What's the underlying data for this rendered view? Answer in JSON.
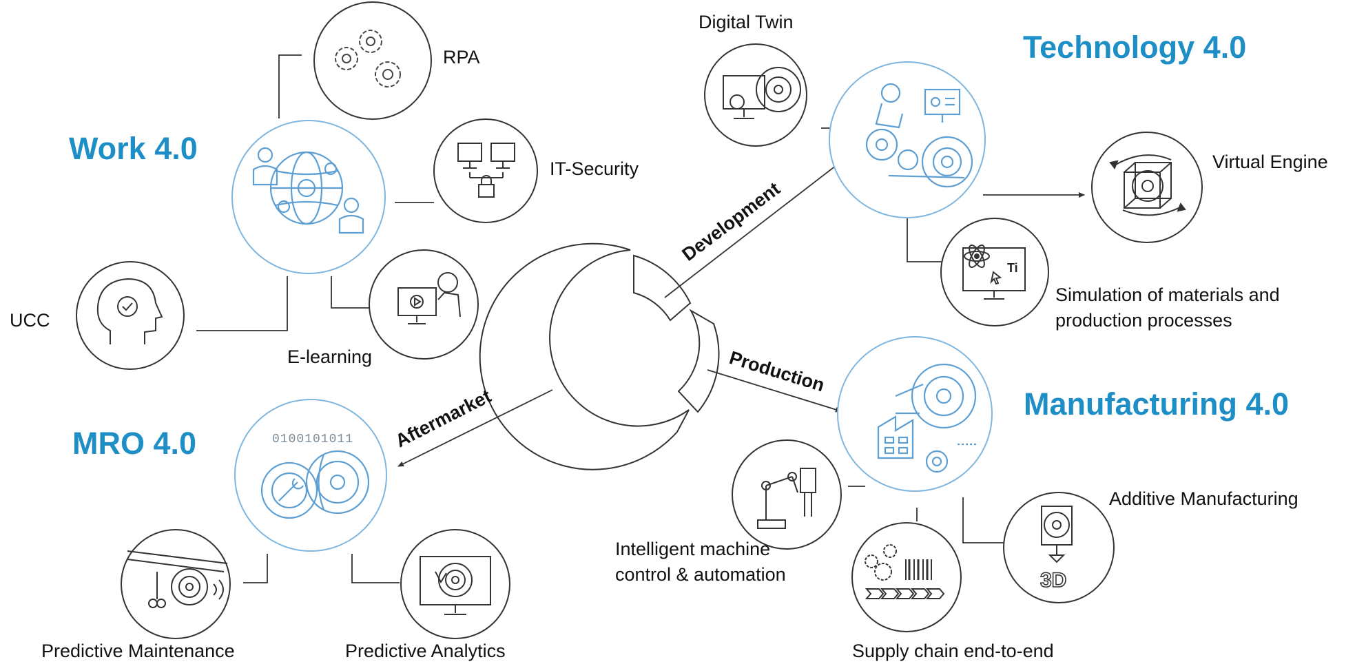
{
  "hubs": {
    "work": "Work 4.0",
    "technology": "Technology 4.0",
    "manufacturing": "Manufacturing 4.0",
    "mro": "MRO 4.0"
  },
  "phases": {
    "development": "Development",
    "production": "Production",
    "aftermarket": "Aftermarket"
  },
  "items": {
    "rpa": "RPA",
    "it_security": "IT-Security",
    "ucc": "UCC",
    "e_learning": "E-learning",
    "digital_twin": "Digital Twin",
    "virtual_engine": "Virtual Engine",
    "simulation": "Simulation of materials and production processes",
    "additive": "Additive Manufacturing",
    "intelligent_machine": "Intelligent machine control & automation",
    "supply_chain": "Supply chain end-to-end",
    "predictive_maintenance": "Predictive Maintenance",
    "predictive_analytics": "Predictive Analytics"
  },
  "icon_text": {
    "binary": "0100101011",
    "titanium": "Ti",
    "three_d": "3D"
  },
  "colors": {
    "accent": "#1e8fc6",
    "hub_circle": "#7fb6df",
    "node_circle": "#333333"
  }
}
